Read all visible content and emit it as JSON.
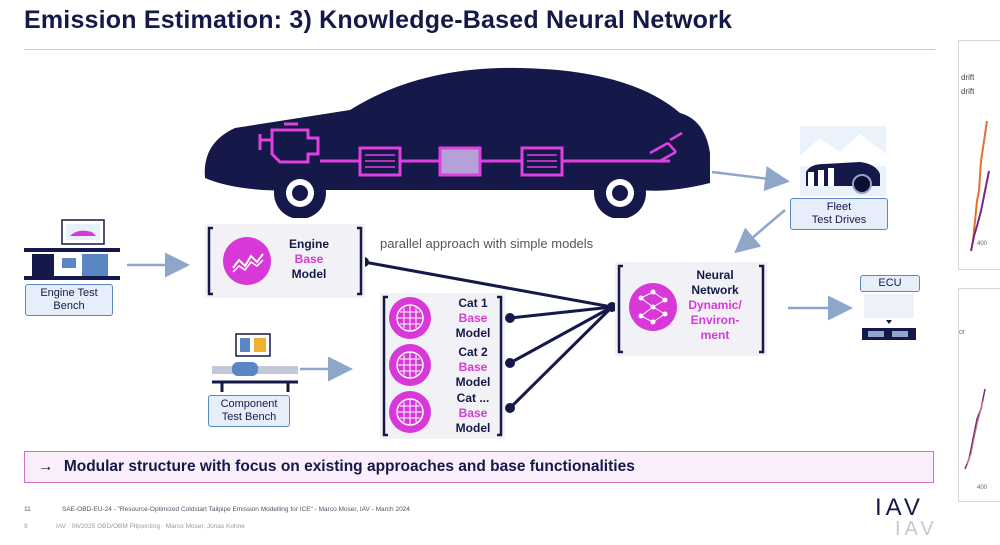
{
  "slide": {
    "title": "Emission Estimation: 3) Knowledge-Based Neural Network"
  },
  "diagram": {
    "engine_test_bench_label": "Engine Test\nBench",
    "component_test_bench_label": "Component\nTest Bench",
    "fleet_label": "Fleet\nTest Drives",
    "ecu_label": "ECU",
    "parallel_note": "parallel approach with simple models",
    "engine_model": {
      "line1": "Engine",
      "line2": "Base",
      "line3": "Model"
    },
    "cat_models": [
      {
        "line1": "Cat 1",
        "line2": "Base",
        "line3": "Model"
      },
      {
        "line1": "Cat 2",
        "line2": "Base",
        "line3": "Model"
      },
      {
        "line1": "Cat ...",
        "line2": "Base",
        "line3": "Model"
      }
    ],
    "neural_network": {
      "line1": "Neural",
      "line2": "Network",
      "line3": "Dynamic/",
      "line4": "Environ-",
      "line5": "ment"
    }
  },
  "banner": {
    "arrow": "→",
    "text": "Modular structure with focus on existing approaches and base functionalities"
  },
  "footer": {
    "page_number": "11",
    "citation": "SAE-OBD-EU-24 - \"Resource-Optimized Coldstart Tailpipe Emission Modelling for ICE\" - Marco Moser, IAV - March 2024",
    "underlying_page_number": "9",
    "underlying_text": "IAV · 06/2025 OBD/OBM Pitpointing · Marco Moser, Jonas Kohne",
    "logo": "IAV",
    "logo_shadow": "IAV"
  },
  "side_panels": {
    "top_legend": [
      "drift",
      "drift"
    ],
    "top_tick": "400",
    "bottom_tick": "400",
    "bottom_label": "or"
  },
  "colors": {
    "navy": "#15194a",
    "magenta": "#d838d8",
    "banner_border": "#d46fd4",
    "arrow": "#8ea6c8"
  }
}
